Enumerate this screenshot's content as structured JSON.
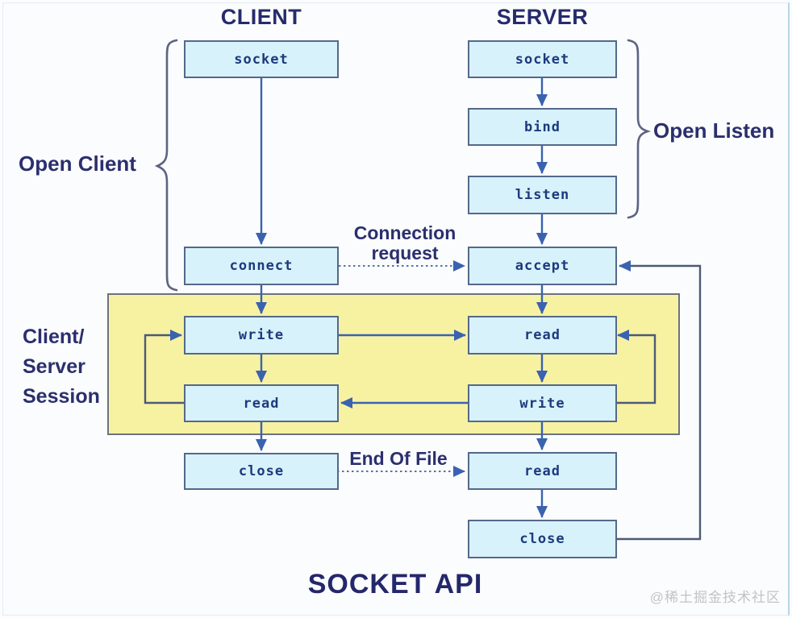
{
  "headers": {
    "client": "CLIENT",
    "server": "SERVER"
  },
  "nodes": {
    "client_socket": "socket",
    "client_connect": "connect",
    "client_write": "write",
    "client_read": "read",
    "client_close": "close",
    "server_socket": "socket",
    "server_bind": "bind",
    "server_listen": "listen",
    "server_accept": "accept",
    "server_read_top": "read",
    "server_write": "write",
    "server_read_bottom": "read",
    "server_close": "close"
  },
  "annotations": {
    "open_client": "Open Client",
    "open_listen": "Open Listen",
    "session": "Client/\nServer\nSession",
    "connection_request": "Connection\nrequest",
    "end_of_file": "End Of File"
  },
  "footer": {
    "title": "SOCKET API",
    "watermark": "@稀土掘金技术社区"
  },
  "colors": {
    "node_fill": "#d7f2fa",
    "node_border": "#55688a",
    "node_text": "#1d3a7e",
    "session_fill": "#f7f2a2",
    "arrow_blue": "#3a62b0",
    "loop_slate": "#4c5a76",
    "label_navy": "#2b2f6e",
    "watermark_gray": "#c3c3c3"
  },
  "diagram": {
    "type": "flowchart",
    "edges": [
      {
        "from": "client.socket",
        "to": "client.connect",
        "style": "solid"
      },
      {
        "from": "client.connect",
        "to": "client.write",
        "style": "solid"
      },
      {
        "from": "client.write",
        "to": "client.read",
        "style": "solid"
      },
      {
        "from": "client.read",
        "to": "client.close",
        "style": "solid"
      },
      {
        "from": "server.socket",
        "to": "server.bind",
        "style": "solid"
      },
      {
        "from": "server.bind",
        "to": "server.listen",
        "style": "solid"
      },
      {
        "from": "server.listen",
        "to": "server.accept",
        "style": "solid"
      },
      {
        "from": "server.accept",
        "to": "server.read_top",
        "style": "solid"
      },
      {
        "from": "server.read_top",
        "to": "server.write",
        "style": "solid"
      },
      {
        "from": "server.write",
        "to": "server.read_bottom",
        "style": "solid"
      },
      {
        "from": "server.read_bottom",
        "to": "server.close",
        "style": "solid"
      },
      {
        "from": "client.write",
        "to": "server.read_top",
        "style": "solid"
      },
      {
        "from": "server.write",
        "to": "client.read",
        "style": "solid"
      },
      {
        "from": "client.read",
        "to": "client.write",
        "style": "loop"
      },
      {
        "from": "server.write",
        "to": "server.read_top",
        "style": "loop"
      },
      {
        "from": "server.close",
        "to": "server.accept",
        "style": "loop"
      },
      {
        "from": "client.connect",
        "to": "server.accept",
        "style": "dotted",
        "label": "Connection request"
      },
      {
        "from": "client.close",
        "to": "server.read_bottom",
        "style": "dotted",
        "label": "End Of File"
      }
    ]
  }
}
